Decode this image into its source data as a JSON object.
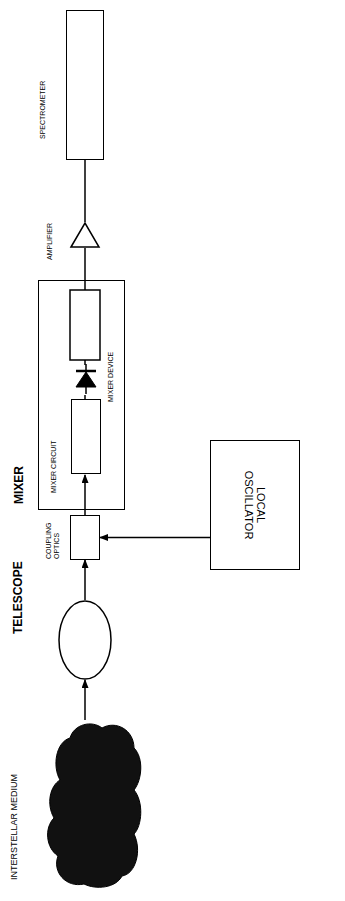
{
  "diagram": {
    "nodes": [
      {
        "text": [
          "INTERSTELLAR MEDIUM"
        ]
      },
      {
        "text": [
          "TELESCOPE"
        ]
      },
      {
        "text": [
          "COUPLING OPTICS"
        ]
      },
      {
        "text": [
          "LOCAL OSCILLATOR"
        ]
      },
      {
        "text": [
          "MIXER"
        ]
      },
      {
        "text": [
          "MIXER CIRCUIT"
        ],
        "in": 4
      },
      {
        "text": [
          "MIXER DEVICE"
        ],
        "in": 4
      },
      {
        "text": [
          "AMPLIFIER"
        ]
      },
      {
        "text": [
          "SPECTROMETER"
        ]
      }
    ],
    "edges": [
      {
        "from": 0,
        "to": 1,
        "arrow": "to"
      },
      {
        "from": 1,
        "to": 2,
        "arrow": "to"
      },
      {
        "from": 3,
        "to": 2,
        "arrow": "to"
      },
      {
        "from": 2,
        "to": 5,
        "arrow": "to"
      },
      {
        "from": 5,
        "to": 6,
        "arrow": "none"
      },
      {
        "from": 4,
        "to": 7,
        "arrow": "none"
      },
      {
        "from": 7,
        "to": 8,
        "arrow": "none"
      }
    ]
  }
}
